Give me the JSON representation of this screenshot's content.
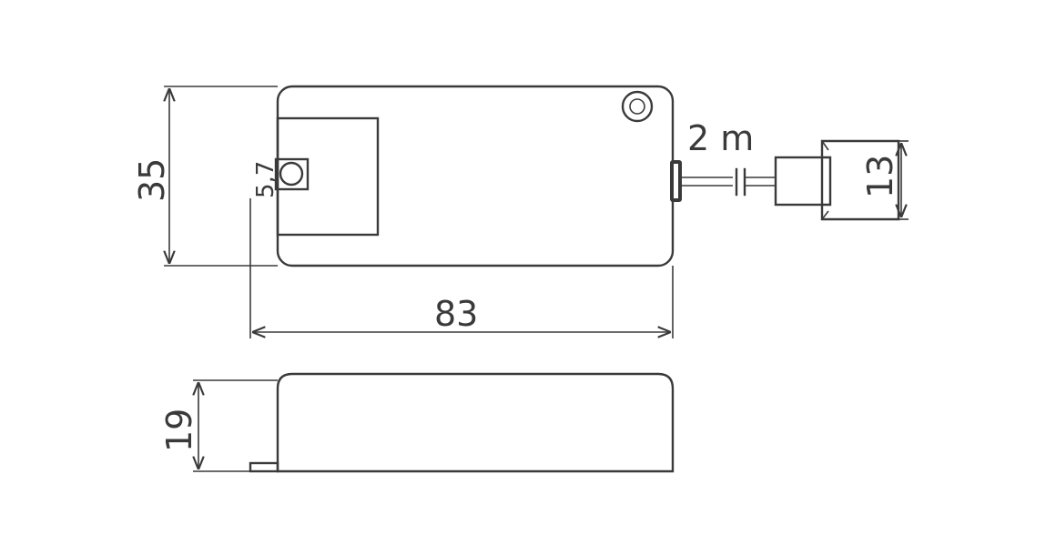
{
  "dimensions": {
    "height_top": "35",
    "length": "83",
    "height_side": "19",
    "connector_height": "13",
    "cable_length": "2 m",
    "hole_label": "5,7"
  },
  "colors": {
    "line": "#3a3a3a",
    "background": "#ffffff"
  }
}
